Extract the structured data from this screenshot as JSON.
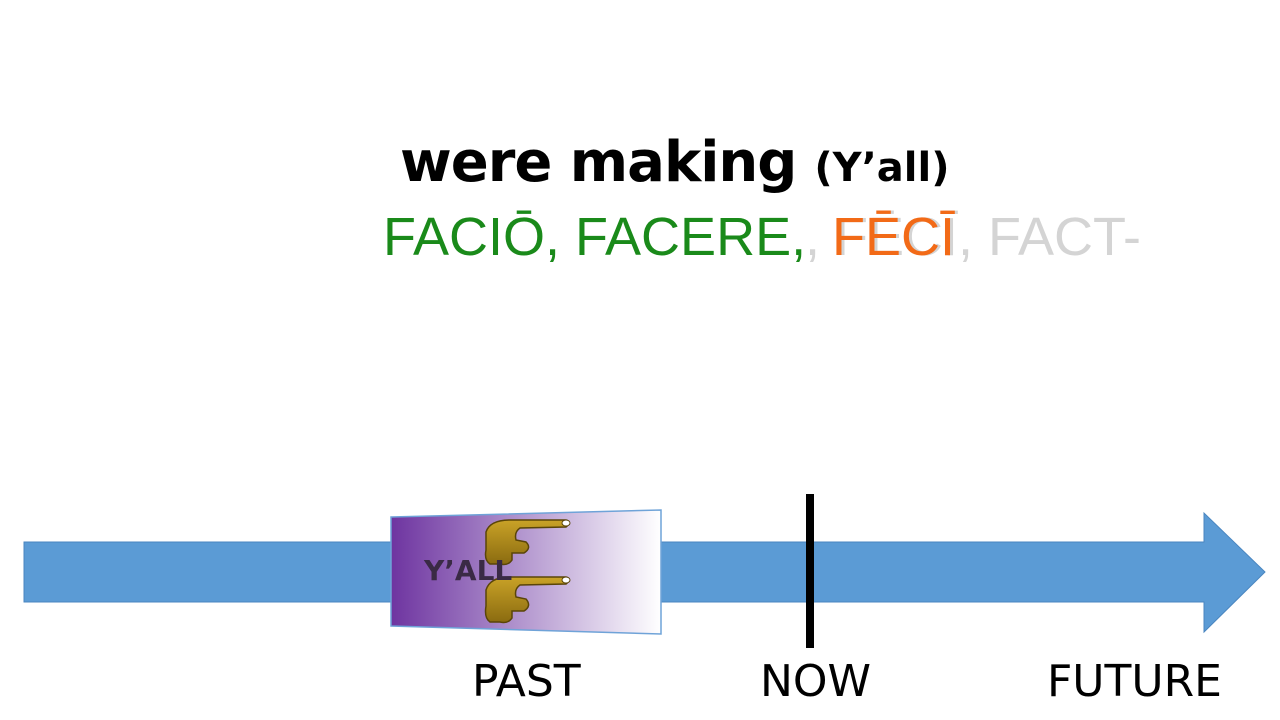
{
  "title": {
    "main": "were making",
    "sub": "(Y’all)"
  },
  "principal_parts": {
    "green": "FACIŌ, FACERE,",
    "ghost": ", FĒCĪ, FACT-",
    "orange": "FĒCĪ"
  },
  "timeline": {
    "yall_label": "Y’ALL",
    "past": "PAST",
    "now": "NOW",
    "future": "FUTURE",
    "arrow_color": "#5b9bd5",
    "now_marker_color": "#000000"
  },
  "icons": {
    "pointing_hands": "pointing-hand-icon"
  },
  "colors": {
    "green": "#1a8a1a",
    "orange": "#f26a17",
    "ghost": "#d4d4d4",
    "card_gradient_start": "#7a3aa8",
    "card_gradient_end": "#ffffff"
  }
}
